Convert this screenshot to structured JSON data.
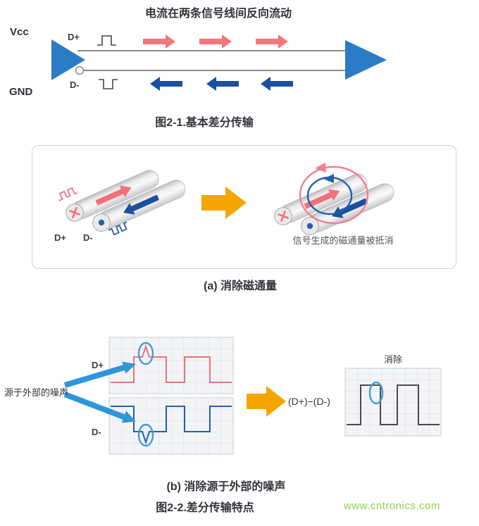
{
  "colors": {
    "driver_blue": "#2a7cc7",
    "signal_pink": "#f4757d",
    "signal_dark_blue": "#1d4f9f",
    "highlight_blue": "#2f95dc",
    "transform_orange": "#f6a400",
    "watermark_green": "#8dd04f"
  },
  "fig1": {
    "title": "电流在两条信号线间反向流动",
    "vcc": "Vcc",
    "gnd": "GND",
    "d_plus": "D+",
    "d_minus": "D-",
    "caption": "图2-1.基本差分传输"
  },
  "fig_a": {
    "d_plus": "D+",
    "d_minus": "D-",
    "flux_note": "信号生成的磁通量被抵消",
    "caption": "(a) 消除磁通量"
  },
  "fig_b": {
    "d_plus": "D+",
    "d_minus": "D-",
    "noise_label": "源于外部的噪声",
    "formula": "(D+)−(D-)",
    "cancel_label": "消除",
    "caption": "(b) 消除源于外部的噪声"
  },
  "fig2_caption": "图2-2.差分传输特点",
  "watermark": "www.cntronics.com"
}
